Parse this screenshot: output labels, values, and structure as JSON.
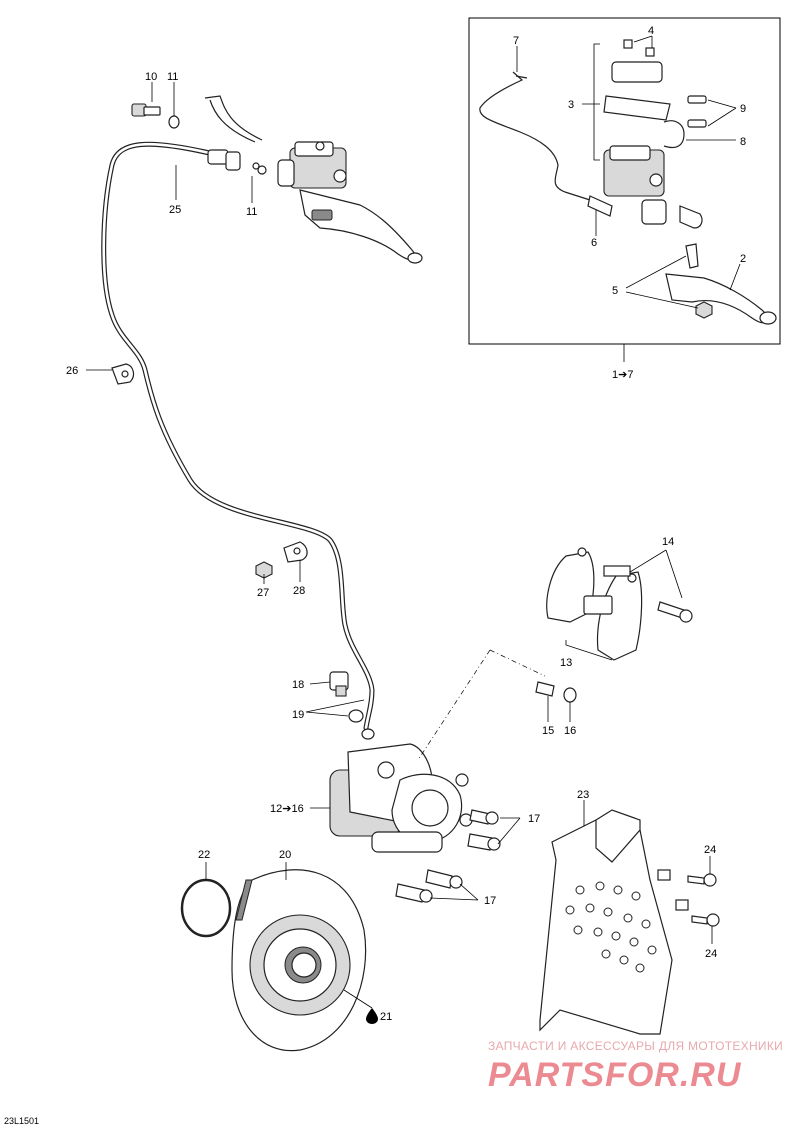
{
  "drawing_code": "23L1501",
  "callouts": {
    "c1": "10",
    "c2": "11",
    "c3": "25",
    "c4": "11",
    "c5": "26",
    "c6": "7",
    "c7": "4",
    "c8": "3",
    "c9": "9",
    "c10": "8",
    "c11": "6",
    "c12": "2",
    "c13": "5",
    "c14": "1➔7",
    "c15": "14",
    "c16": "13",
    "c17": "27",
    "c18": "28",
    "c19": "18",
    "c20": "19",
    "c21": "15",
    "c22": "16",
    "c23": "12➔16",
    "c24": "17",
    "c25": "17",
    "c26": "23",
    "c27": "24",
    "c28": "24",
    "c29": "22",
    "c30": "20",
    "c31": "21"
  },
  "watermark": {
    "line1": "ЗАПЧАСТИ И АКСЕССУАРЫ ДЛЯ МОТОТЕХНИКИ",
    "line2": "PARTSFOR.RU"
  },
  "drop_icon": "oil-drop-icon"
}
